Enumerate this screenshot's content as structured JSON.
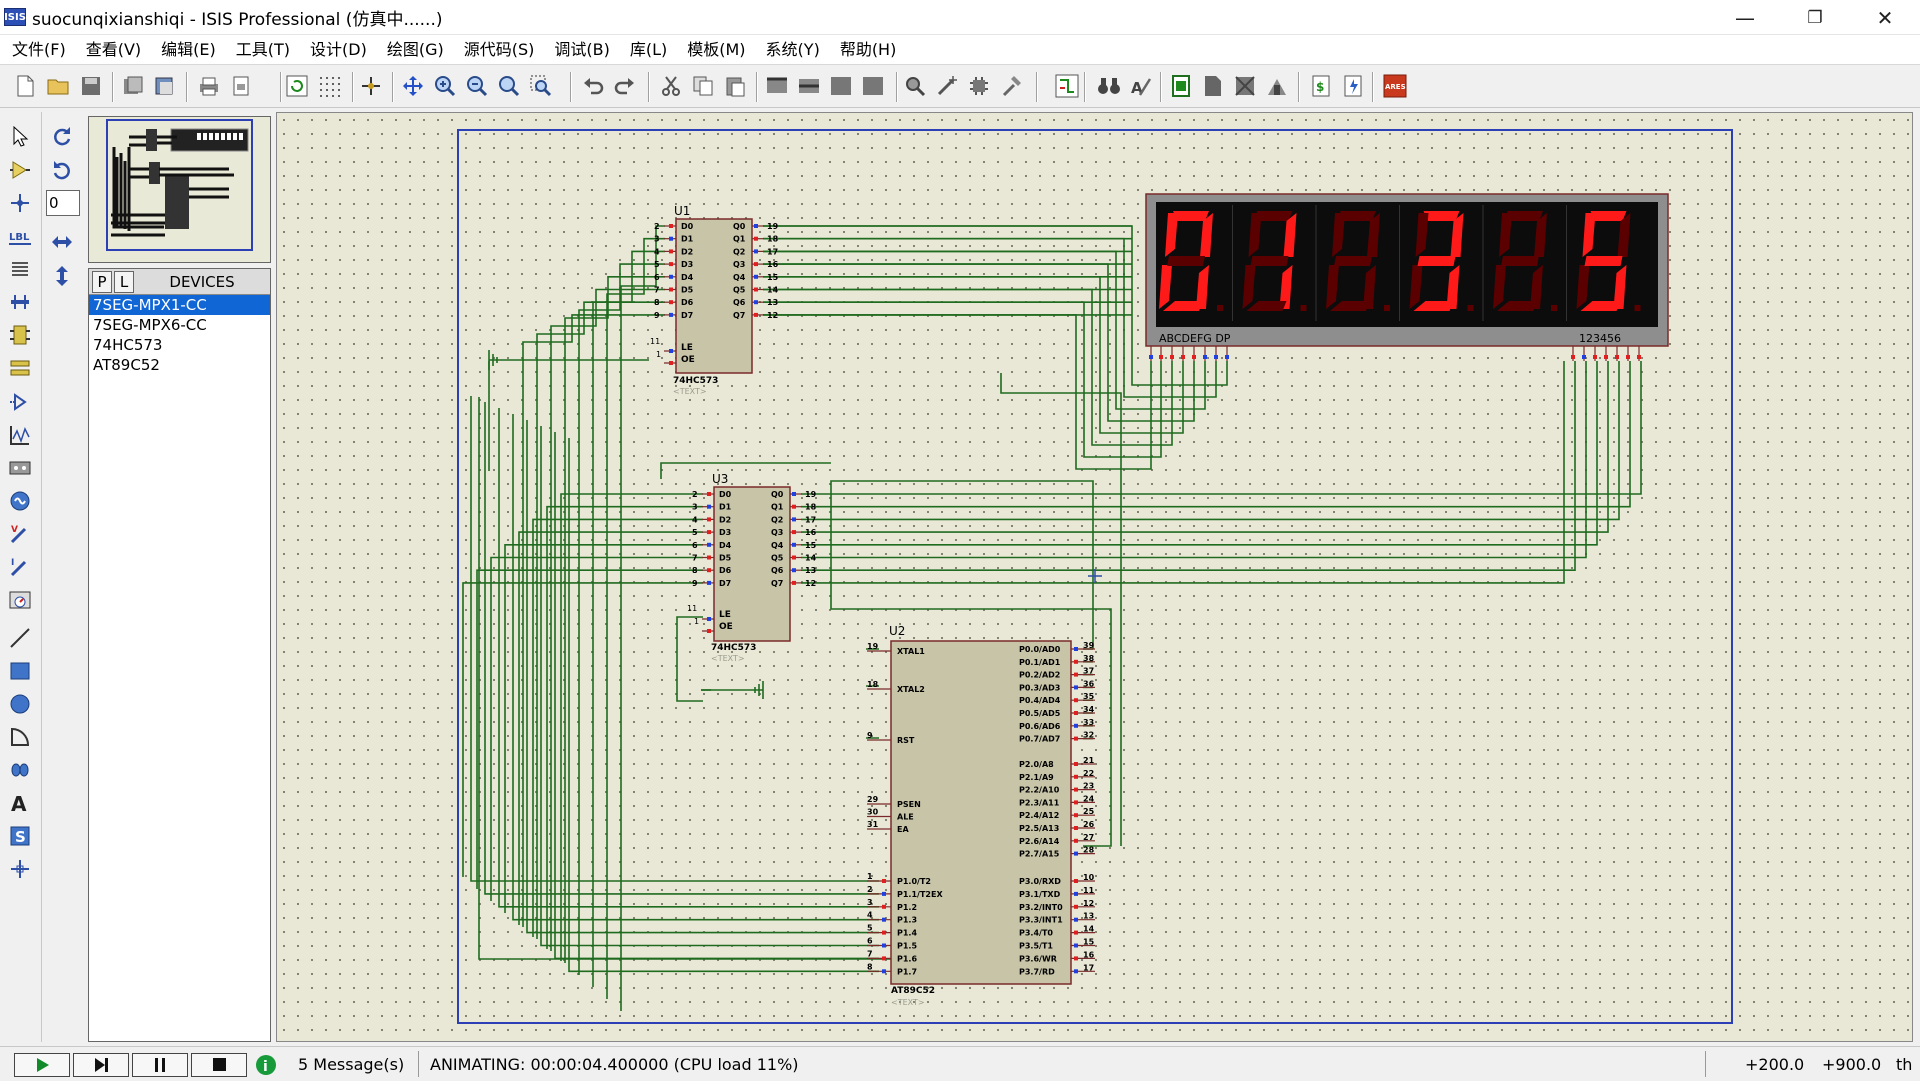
{
  "window": {
    "title": "suocunqixianshiqi - ISIS Professional (仿真中......)",
    "app_icon_text": "ISIS",
    "controls": [
      "minimize-icon",
      "restore-icon",
      "close-icon"
    ]
  },
  "menu": {
    "items": [
      "文件(F)",
      "查看(V)",
      "编辑(E)",
      "工具(T)",
      "设计(D)",
      "绘图(G)",
      "源代码(S)",
      "调试(B)",
      "库(L)",
      "模板(M)",
      "系统(Y)",
      "帮助(H)"
    ]
  },
  "rotation_field": {
    "value": "0"
  },
  "device_panel": {
    "p_label": "P",
    "l_label": "L",
    "title": "DEVICES",
    "items": [
      "7SEG-MPX1-CC",
      "7SEG-MPX6-CC",
      "74HC573",
      "AT89C52"
    ],
    "selected": 0
  },
  "schematic": {
    "u1": {
      "ref": "U1",
      "part": "74HC573",
      "text": "<TEXT>",
      "left_pins": [
        "2",
        "3",
        "4",
        "5",
        "6",
        "7",
        "8",
        "9"
      ],
      "right_pins": [
        "19",
        "18",
        "17",
        "16",
        "15",
        "14",
        "13",
        "12"
      ],
      "left_labels": [
        "D0",
        "D1",
        "D2",
        "D3",
        "D4",
        "D5",
        "D6",
        "D7"
      ],
      "right_labels": [
        "Q0",
        "Q1",
        "Q2",
        "Q3",
        "Q4",
        "Q5",
        "Q6",
        "Q7"
      ],
      "le_pin": "11",
      "oe_pin": "1",
      "le_label": "LE",
      "oe_label": "OE"
    },
    "u3": {
      "ref": "U3",
      "part": "74HC573",
      "text": "<TEXT>",
      "left_pins": [
        "2",
        "3",
        "4",
        "5",
        "6",
        "7",
        "8",
        "9"
      ],
      "right_pins": [
        "19",
        "18",
        "17",
        "16",
        "15",
        "14",
        "13",
        "12"
      ],
      "left_labels": [
        "D0",
        "D1",
        "D2",
        "D3",
        "D4",
        "D5",
        "D6",
        "D7"
      ],
      "right_labels": [
        "Q0",
        "Q1",
        "Q2",
        "Q3",
        "Q4",
        "Q5",
        "Q6",
        "Q7"
      ],
      "le_pin": "11",
      "oe_pin": "1",
      "le_label": "LE",
      "oe_label": "OE"
    },
    "u2": {
      "ref": "U2",
      "part": "AT89C52",
      "text": "<TEXT>",
      "left_top": [
        {
          "pin": "19",
          "label": "XTAL1"
        },
        {
          "pin": "18",
          "label": "XTAL2"
        },
        {
          "pin": "9",
          "label": "RST"
        }
      ],
      "left_mid": [
        {
          "pin": "29",
          "label": "PSEN"
        },
        {
          "pin": "30",
          "label": "ALE"
        },
        {
          "pin": "31",
          "label": "EA"
        }
      ],
      "left_p1": [
        {
          "pin": "1",
          "label": "P1.0/T2"
        },
        {
          "pin": "2",
          "label": "P1.1/T2EX"
        },
        {
          "pin": "3",
          "label": "P1.2"
        },
        {
          "pin": "4",
          "label": "P1.3"
        },
        {
          "pin": "5",
          "label": "P1.4"
        },
        {
          "pin": "6",
          "label": "P1.5"
        },
        {
          "pin": "7",
          "label": "P1.6"
        },
        {
          "pin": "8",
          "label": "P1.7"
        }
      ],
      "right_p0": [
        {
          "pin": "39",
          "label": "P0.0/AD0"
        },
        {
          "pin": "38",
          "label": "P0.1/AD1"
        },
        {
          "pin": "37",
          "label": "P0.2/AD2"
        },
        {
          "pin": "36",
          "label": "P0.3/AD3"
        },
        {
          "pin": "35",
          "label": "P0.4/AD4"
        },
        {
          "pin": "34",
          "label": "P0.5/AD5"
        },
        {
          "pin": "33",
          "label": "P0.6/AD6"
        },
        {
          "pin": "32",
          "label": "P0.7/AD7"
        }
      ],
      "right_p2": [
        {
          "pin": "21",
          "label": "P2.0/A8"
        },
        {
          "pin": "22",
          "label": "P2.1/A9"
        },
        {
          "pin": "23",
          "label": "P2.2/A10"
        },
        {
          "pin": "24",
          "label": "P2.3/A11"
        },
        {
          "pin": "25",
          "label": "P2.4/A12"
        },
        {
          "pin": "26",
          "label": "P2.5/A13"
        },
        {
          "pin": "27",
          "label": "P2.6/A14"
        },
        {
          "pin": "28",
          "label": "P2.7/A15"
        }
      ],
      "right_p3": [
        {
          "pin": "10",
          "label": "P3.0/RXD"
        },
        {
          "pin": "11",
          "label": "P3.1/TXD"
        },
        {
          "pin": "12",
          "label": "P3.2/INT0"
        },
        {
          "pin": "13",
          "label": "P3.3/INT1"
        },
        {
          "pin": "14",
          "label": "P3.4/T0"
        },
        {
          "pin": "15",
          "label": "P3.5/T1"
        },
        {
          "pin": "16",
          "label": "P3.6/WR"
        },
        {
          "pin": "17",
          "label": "P3.7/RD"
        }
      ]
    },
    "display": {
      "seg_label": "ABCDEFG  DP",
      "dig_label": "123456",
      "digits": [
        "0",
        "1",
        "",
        "3",
        "",
        "5"
      ],
      "on_color": "#ff1a1a",
      "off_color": "#5a0000"
    }
  },
  "status": {
    "messages": "5 Message(s)",
    "animating": "ANIMATING: 00:00:04.400000 (CPU load 11%)",
    "coord_x": "+200.0",
    "coord_y": "+900.0",
    "units": "th"
  }
}
